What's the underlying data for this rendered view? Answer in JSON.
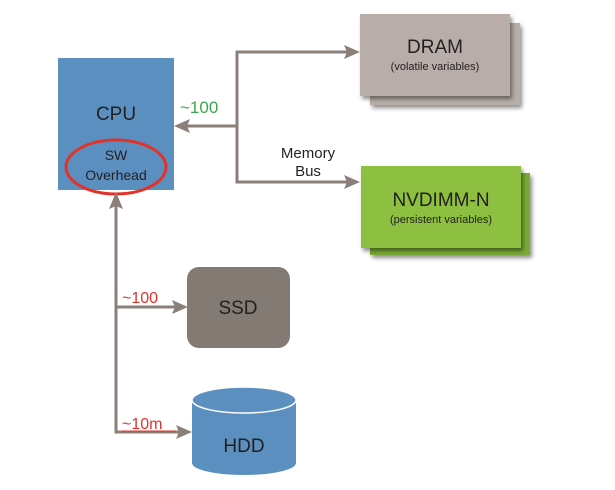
{
  "diagram": {
    "nodes": {
      "cpu": {
        "title": "CPU",
        "sub1": "SW",
        "sub2": "Overhead",
        "color": "#5b8fc0",
        "highlight_color": "#e2332b"
      },
      "dram": {
        "title": "DRAM",
        "subtitle": "(volatile variables)",
        "color": "#b8ada8"
      },
      "nvdimm": {
        "title": "NVDIMM-N",
        "subtitle": "(persistent variables)",
        "color": "#8dbf3f"
      },
      "ssd": {
        "title": "SSD",
        "color": "#847a74"
      },
      "hdd": {
        "title": "HDD",
        "color": "#5b8fc0"
      }
    },
    "edges": {
      "memory_bus": {
        "label_line1": "Memory",
        "label_line2": "Bus"
      },
      "cpu_memory_latency": {
        "label": "~100",
        "color": "#3aa64a"
      },
      "ssd_latency": {
        "label": "~100",
        "color": "#e2332b"
      },
      "hdd_latency": {
        "label": "~10m",
        "color": "#e2332b"
      }
    }
  }
}
